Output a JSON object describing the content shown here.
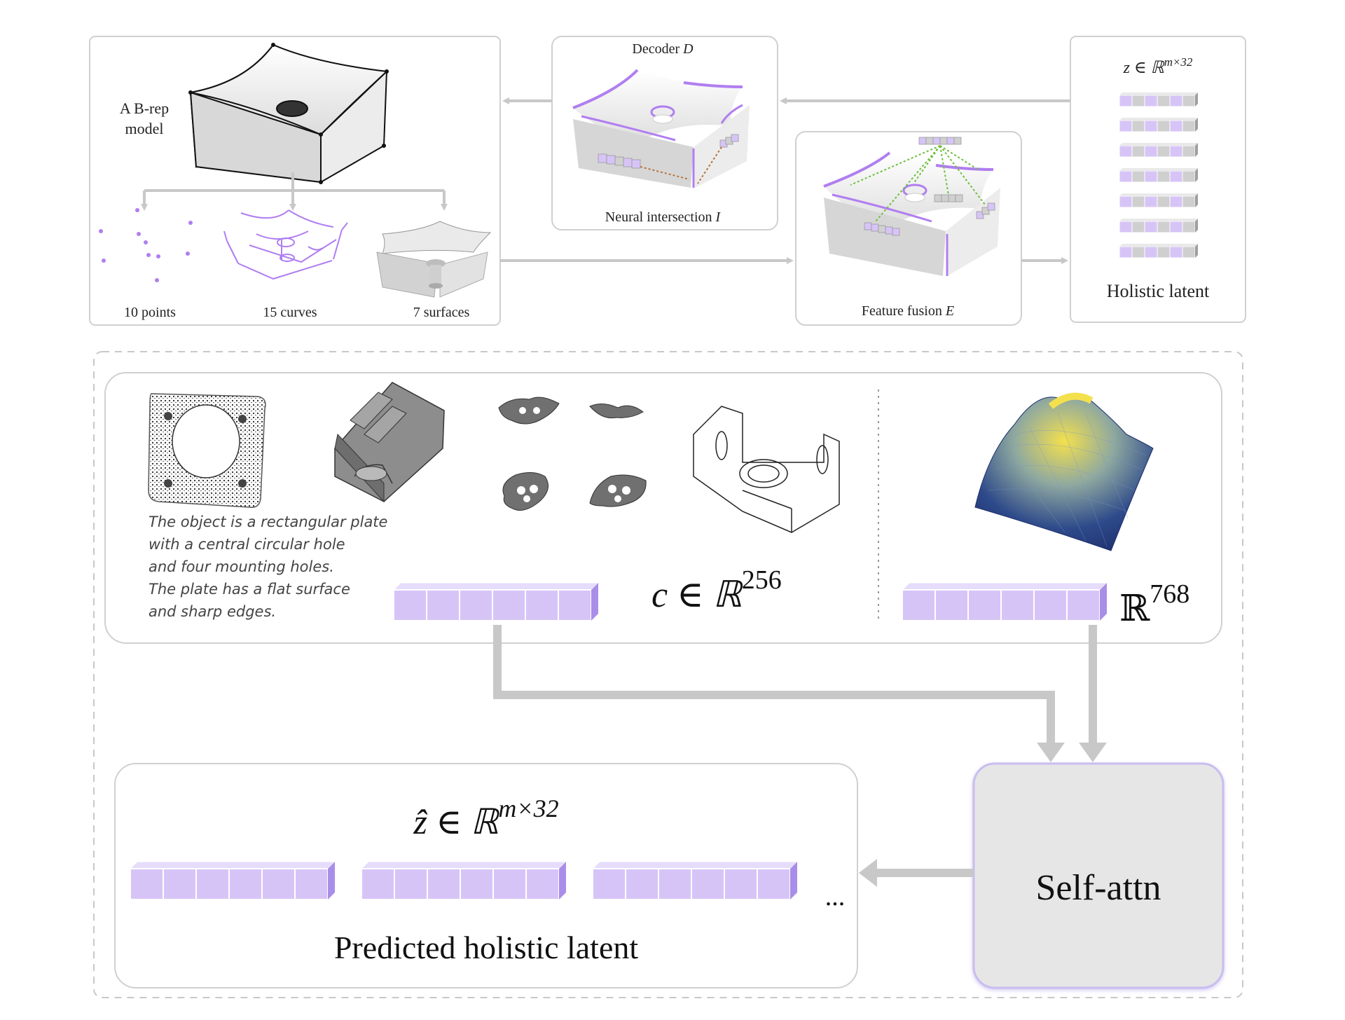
{
  "top": {
    "brep_label_line1": "A B-rep",
    "brep_label_line2": "model",
    "points_label": "10 points",
    "curves_label": "15 curves",
    "surfaces_label": "7 surfaces",
    "decoder_label": "Decoder",
    "decoder_symbol": "D",
    "neural_intersection_label": "Neural intersection",
    "neural_intersection_symbol": "I",
    "feature_fusion_label": "Feature fusion",
    "feature_fusion_symbol": "E",
    "holistic_latent_label": "Holistic latent",
    "z_formula_var": "z ∈ ℝ",
    "z_formula_sup": "m×32"
  },
  "conditions": {
    "text_description": [
      "The object is a rectangular plate",
      " with a central circular hole",
      "and four mounting holes.",
      "The plate has a flat surface",
      "and sharp edges."
    ],
    "c_formula_var": "c ∈ ℝ",
    "c_formula_sup": "256",
    "r_formula_var": "ℝ",
    "r_formula_sup": "768"
  },
  "bottom": {
    "zhat_formula_var": "ẑ ∈ ℝ",
    "zhat_formula_sup": "m×32",
    "predicted_label": "Predicted holistic latent",
    "ellipsis": "...",
    "self_attn_label": "Self-attn"
  },
  "colors": {
    "latent_fill": "#d7c4f7",
    "latent_side": "#a98ee9",
    "curve_purple": "#b07ef0",
    "arrow_gray": "#c8c8c8",
    "panel_border": "#d0d0d0",
    "self_attn_fill": "#e6e6e6"
  }
}
